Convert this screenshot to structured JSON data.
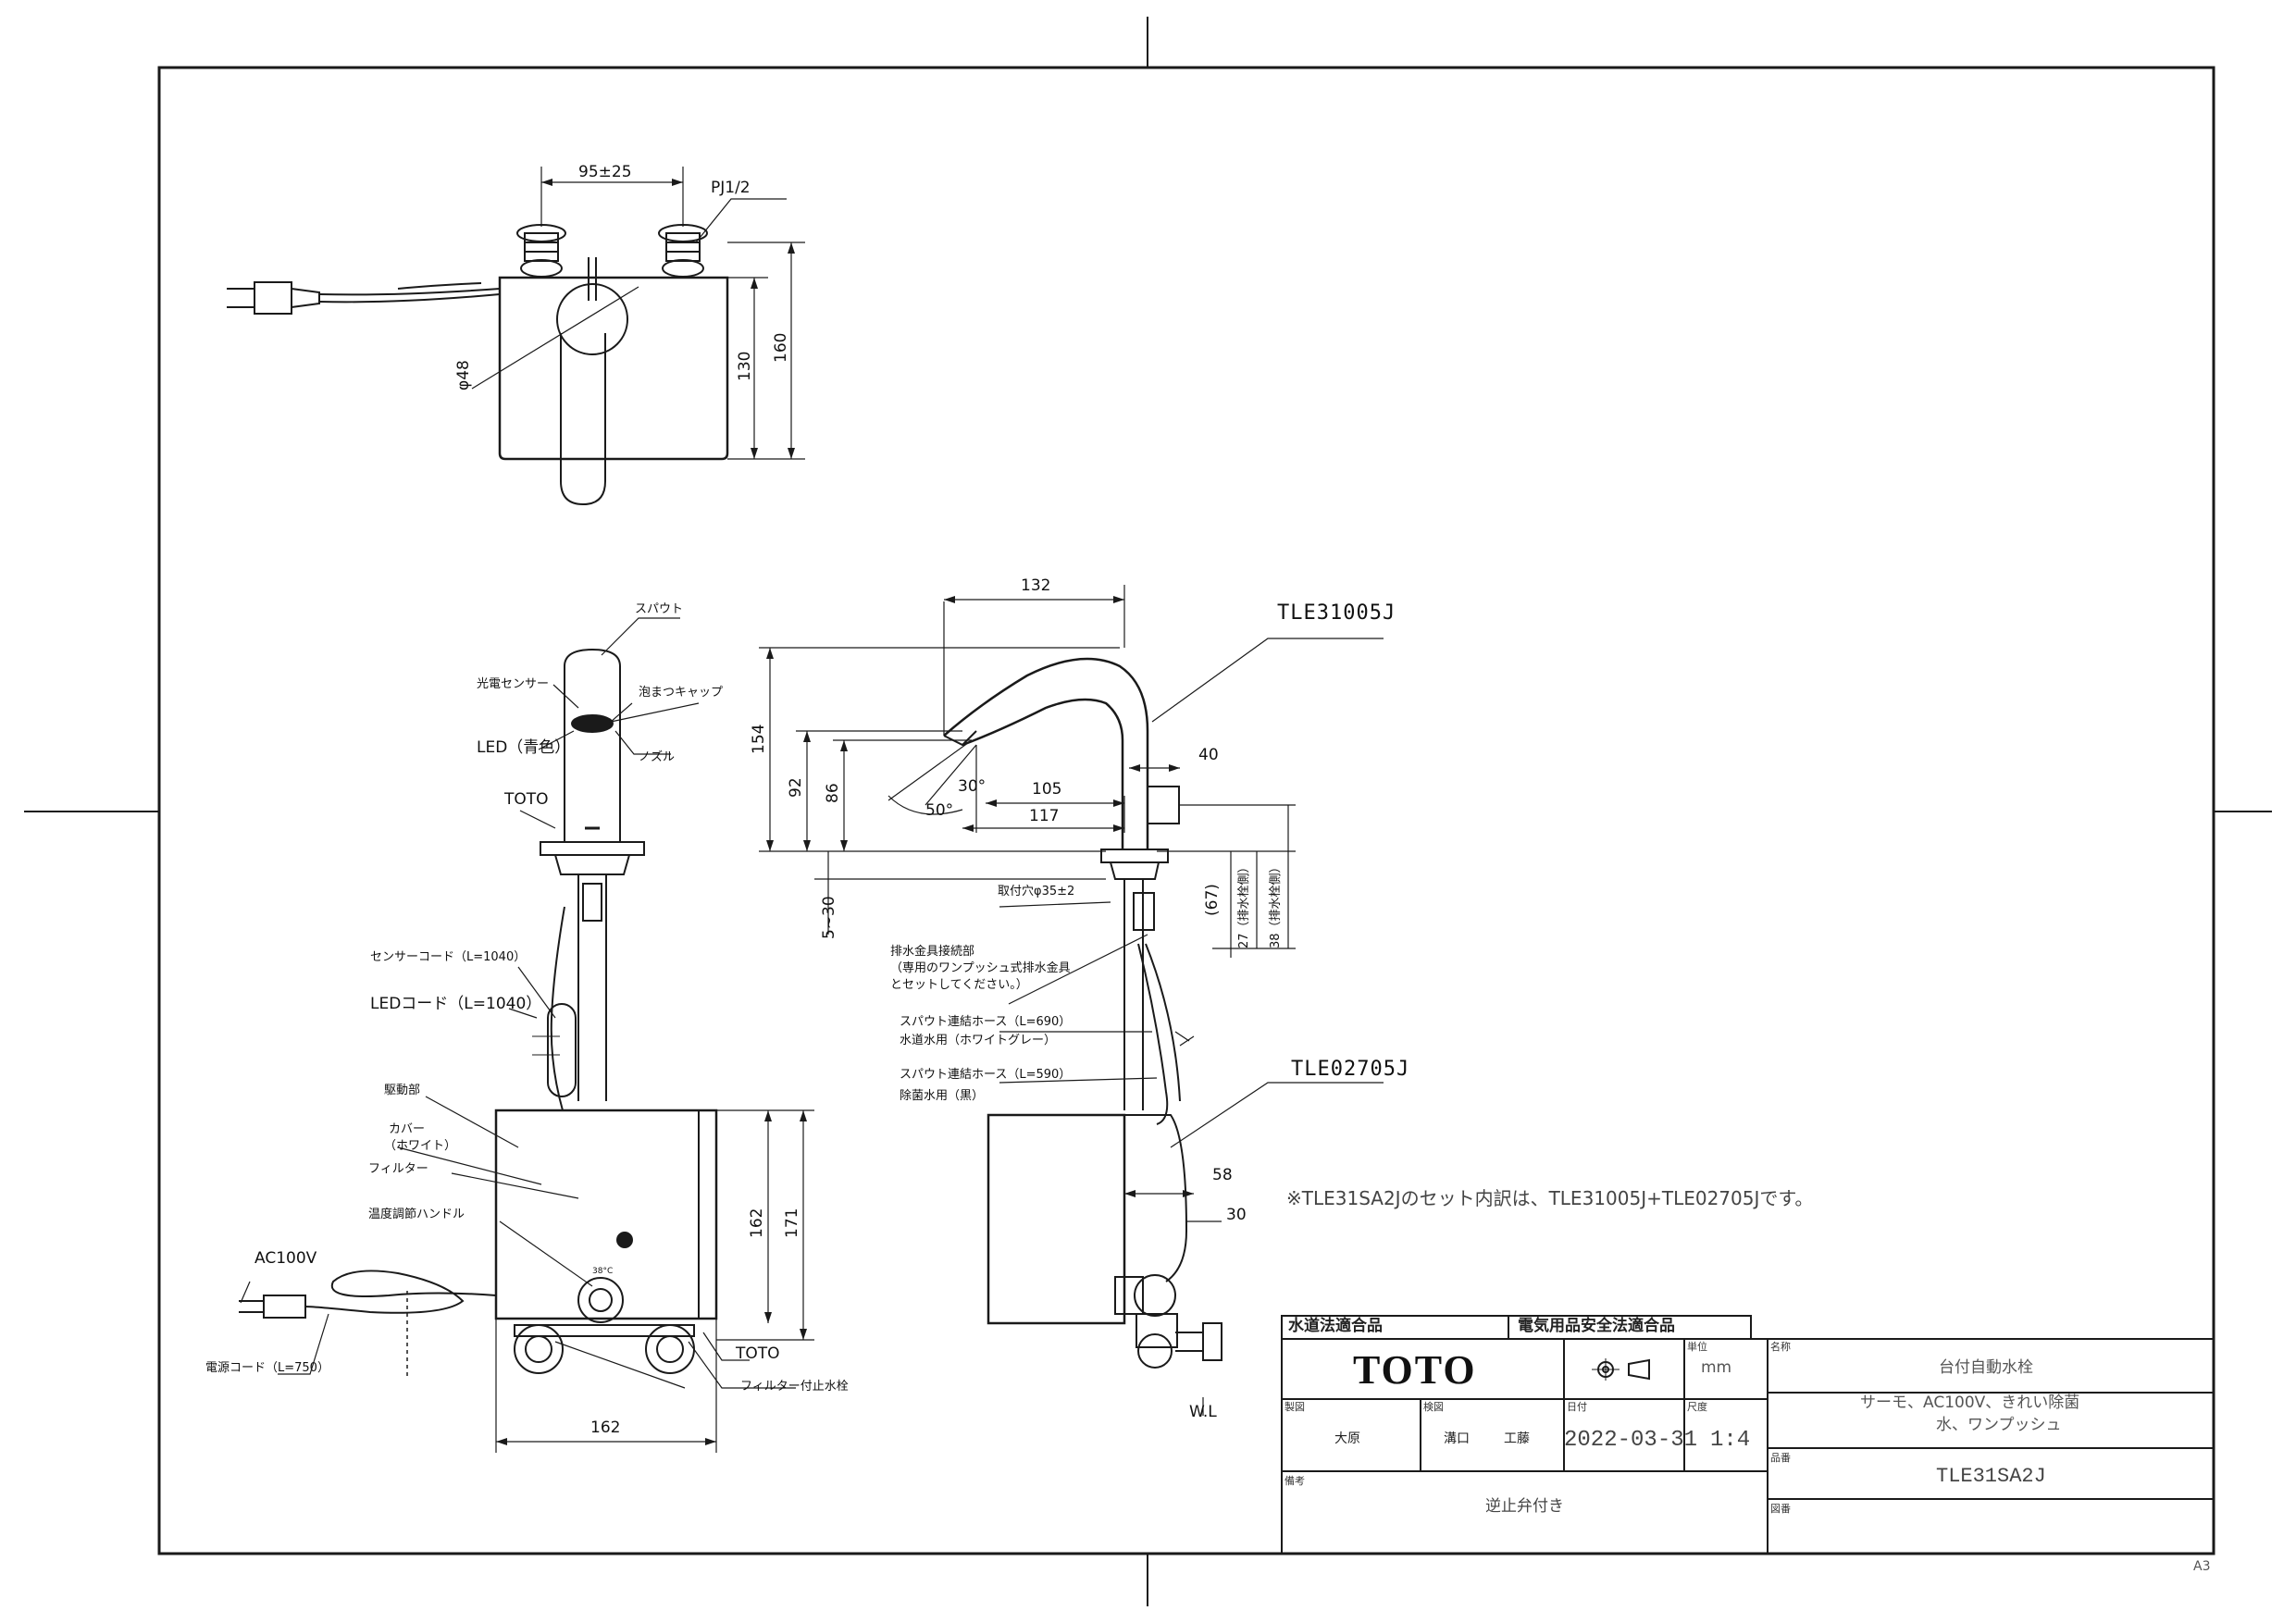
{
  "sheet_size": "A3",
  "top_view": {
    "dim_spacing": "95±25",
    "thread": "PJ1/2",
    "dim_diameter": "φ48",
    "dim_130": "130",
    "dim_160": "160"
  },
  "front_view": {
    "spout": "スパウト",
    "sensor": "光電センサー",
    "foam_cap": "泡まつキャップ",
    "led": "LED（青色）",
    "nozzle": "ノズル",
    "toto_mark": "TOTO",
    "sensor_cord": "センサーコード（L=1040）",
    "led_cord": "LEDコード（L=1040）",
    "drive_unit": "駆動部",
    "cover": "カバー",
    "cover_color": "（ホワイト）",
    "filter": "フィルター",
    "temp_handle": "温度調節ハンドル",
    "ac100v": "AC100V",
    "power_cord": "電源コード（L=750）",
    "toto_unit": "TOTO",
    "filter_valve": "フィルター付止水栓",
    "dim_162_v": "162",
    "dim_171": "171",
    "dim_162_h": "162",
    "temp_mark": "38°C"
  },
  "side_view": {
    "dim_132": "132",
    "part_faucet": "TLE31005J",
    "dim_154": "154",
    "dim_92": "92",
    "dim_86": "86",
    "angle_30": "30°",
    "angle_50": "50°",
    "dim_105": "105",
    "dim_117": "117",
    "dim_40": "40",
    "dim_5_30": "5~30",
    "hole": "取付穴φ35±2",
    "dim_67": "(67)",
    "dim_27": "27（排水栓側）",
    "dim_38": "38（排水栓側）",
    "drain_conn_1": "排水金具接続部",
    "drain_conn_2": "（専用のワンプッシュ式排水金具",
    "drain_conn_3": "とセットしてください。）",
    "hose_690": "スパウト連結ホース（L=690）",
    "hose_690_sub": "水道水用（ホワイトグレー）",
    "hose_590": "スパウト連結ホース（L=590）",
    "hose_590_sub": "除菌水用（黒）",
    "part_unit": "TLE02705J",
    "dim_58": "58",
    "dim_30": "30",
    "wl": "W.L"
  },
  "note": "※TLE31SA2Jのセット内訳は、TLE31005J+TLE02705Jです。",
  "title_block": {
    "cert_water": "水道法適合品",
    "cert_electric": "電気用品安全法適合品",
    "brand": "TOTO",
    "unit_cap": "単位",
    "unit": "mm",
    "name_cap": "名称",
    "name": "台付自動水栓",
    "desc_1": "サーモ、AC100V、きれい除菌",
    "desc_2": "水、ワンプッシュ",
    "drawn_cap": "製図",
    "drawn": "大原",
    "checked_cap": "検図",
    "checked_1": "溝口",
    "checked_2": "工藤",
    "date_cap": "日付",
    "date": "2022-03-31",
    "scale_cap": "尺度",
    "scale": "1:4",
    "model_cap": "品番",
    "model": "TLE31SA2J",
    "remarks_cap": "備考",
    "remarks": "逆止弁付き",
    "drawing_no_cap": "図番"
  }
}
